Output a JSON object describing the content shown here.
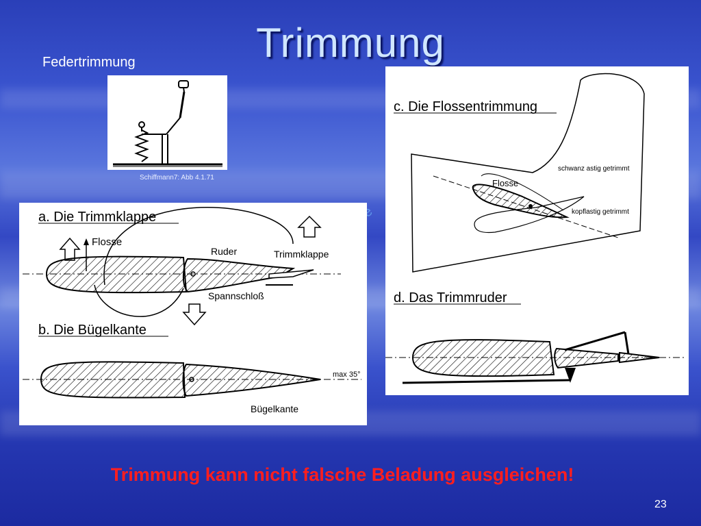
{
  "slide": {
    "title": "Trimmung",
    "footer_text": "Trimmung kann nicht falsche Beladung ausgleichen!",
    "page_number": "23",
    "ghost_text": "le"
  },
  "feder": {
    "label": "Federtrimmung",
    "caption": "Schiffmann7: Abb 4.1.71"
  },
  "left_panel": {
    "heading_a": "a. Die Trimmklappe",
    "heading_b": "b. Die Bügelkante",
    "label_flosse": "Flosse",
    "label_ruder": "Ruder",
    "label_trimmklappe": "Trimmklappe",
    "label_spannschloss": "Spannschloß",
    "label_max": "max 35°",
    "label_buegelkante": "Bügelkante"
  },
  "right_panel": {
    "heading_c": "c. Die Flossentrimmung",
    "heading_d": "d. Das Trimmruder",
    "label_schwanz": "schwanz astig getrimmt",
    "label_flosse": "Flosse",
    "label_kopf": "kopflastig getrimmt"
  },
  "colors": {
    "title": "#d0e6ff",
    "footer": "#ff1e1e",
    "background": "#3348c4"
  }
}
